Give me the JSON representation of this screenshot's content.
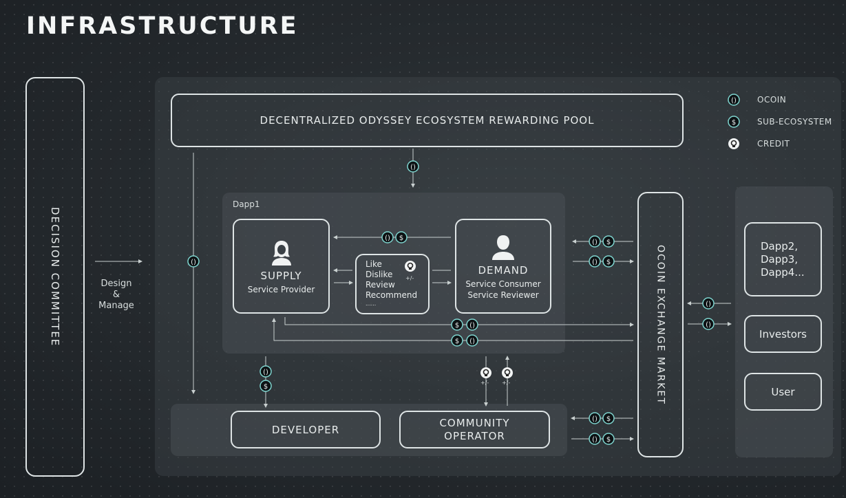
{
  "title": "INFRASTRUCTURE",
  "decision_committee": "DECISION COMMITTEE",
  "design_manage": [
    "Design",
    "&",
    "Manage"
  ],
  "rewarding_pool": "DECENTRALIZED ODYSSEY ECOSYSTEM REWARDING POOL",
  "legend": [
    {
      "icon": "ocoin-icon",
      "label": "OCOIN"
    },
    {
      "icon": "sub-ecosystem-icon",
      "label": "SUB-ECOSYSTEM"
    },
    {
      "icon": "credit-icon",
      "label": "CREDIT"
    }
  ],
  "dapp1": "Dapp1",
  "supply": {
    "title": "SUPPLY",
    "subtitle": "Service Provider"
  },
  "demand": {
    "title": "DEMAND",
    "line1": "Service Consumer",
    "line2": "Service Reviewer"
  },
  "feedback": [
    "Like",
    "Dislike",
    "Review",
    "Recommend",
    "......"
  ],
  "plus_minus": "+/-",
  "exchange_market": "OCOIN EXCHANGE MARKET",
  "developer": "DEVELOPER",
  "community_operator": [
    "COMMUNITY",
    "OPERATOR"
  ],
  "right_panel": {
    "dapps": [
      "Dapp2,",
      "Dapp3,",
      "Dapp4..."
    ],
    "investors": "Investors",
    "user": "User"
  },
  "colors": {
    "accent": "#7fd6d0",
    "line": "#c9d0d0",
    "border": "#dfe5e6"
  }
}
